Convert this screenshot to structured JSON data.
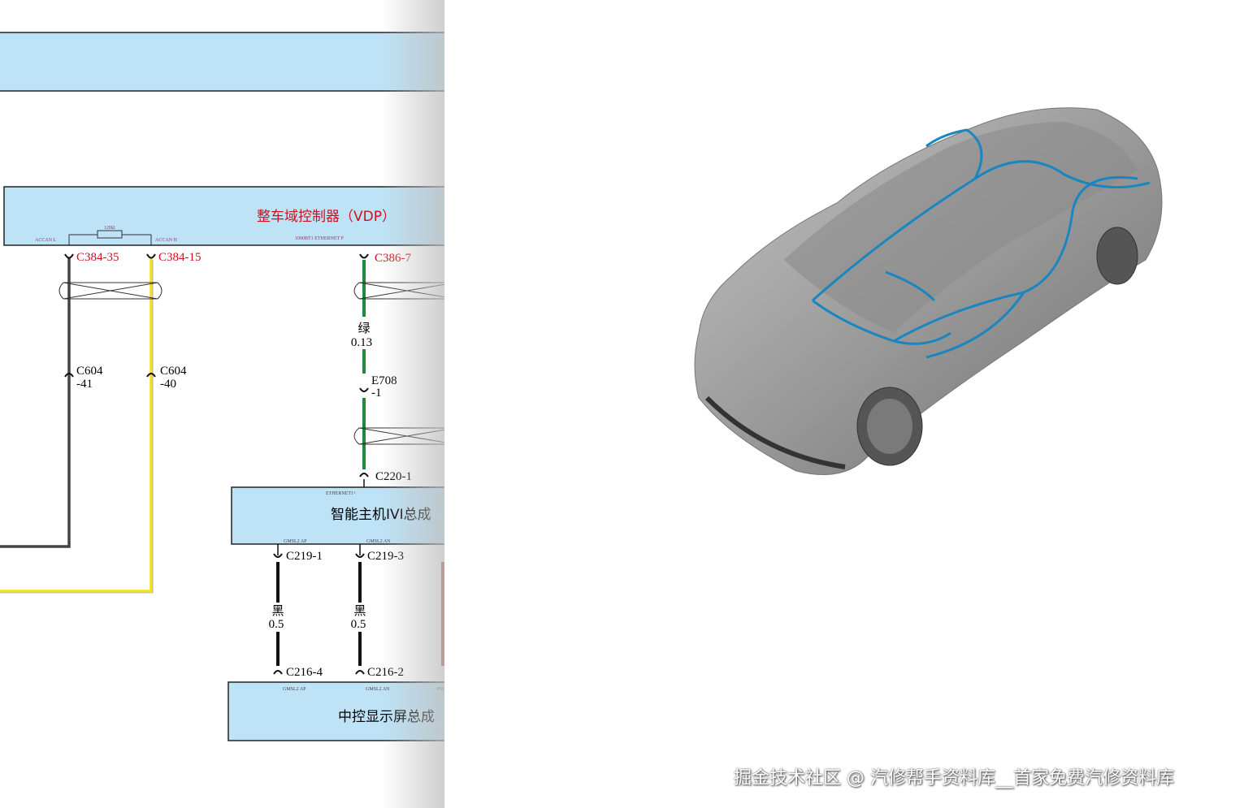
{
  "schematic": {
    "modules": {
      "vdp": {
        "title": "整车域控制器（VDP）",
        "pins": {
          "accan_l": "ACCAN L",
          "accan_h": "ACCAN H",
          "ethernet_p": "1000BT1 ETHERNET P"
        },
        "resistor": "120Ω"
      },
      "ivi": {
        "title": "智能主机IVI总成",
        "pins": {
          "ethernet": "ETHERNET1+",
          "gmsl_ap": "GMSL2 AP",
          "gmsl_an": "GMSL2 AN"
        }
      },
      "display": {
        "title": "中控显示屏总成",
        "pins": {
          "gmsl_ap": "GMSL2 AP",
          "gmsl_an": "GMSL2 AN",
          "pwr": "PW"
        }
      }
    },
    "connectors": {
      "c384_35": "C384-35",
      "c384_15": "C384-15",
      "c386_7": "C386-7",
      "c604_41_a": "C604",
      "c604_41_b": "-41",
      "c604_40_a": "C604",
      "c604_40_b": "-40",
      "e708_a": "E708",
      "e708_b": "-1",
      "c220_1": "C220-1",
      "c219_1": "C219-1",
      "c219_3": "C219-3",
      "c216_4": "C216-4",
      "c216_2": "C216-2"
    },
    "wires": {
      "green": {
        "color_name": "绿",
        "size": "0.13",
        "color": "#1e8a3c"
      },
      "black1": {
        "color_name": "黑",
        "size": "0.5",
        "color": "#111111"
      },
      "black2": {
        "color_name": "黑",
        "size": "0.5",
        "color": "#111111"
      },
      "yellow": {
        "color": "#f2e21a"
      },
      "gray": {
        "color": "#444444"
      },
      "red": {
        "color": "#b0403a"
      }
    },
    "colors": {
      "module_fill": "#bee3f7",
      "label_red": "#d0101a"
    }
  },
  "image": {
    "harness_color": "#1a86c0",
    "body_color": "#9a9a9a"
  },
  "watermark": "掘金技术社区 @ 汽修帮手资料库__首家免费汽修资料库"
}
